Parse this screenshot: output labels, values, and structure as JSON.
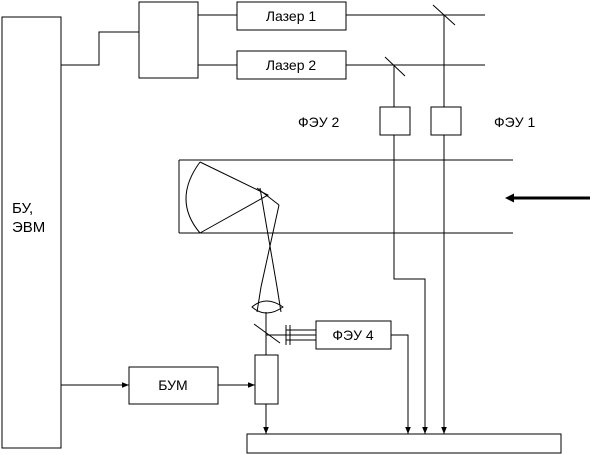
{
  "labels": {
    "control_unit_line1": "БУ,",
    "control_unit_line2": "ЭВМ",
    "laser1": "Лазер 1",
    "laser2": "Лазер 2",
    "pmt2": "ФЭУ 2",
    "pmt1": "ФЭУ 1",
    "pmt4": "ФЭУ 4",
    "bum": "БУМ"
  },
  "colors": {
    "stroke": "#000000",
    "background": "#ffffff"
  }
}
